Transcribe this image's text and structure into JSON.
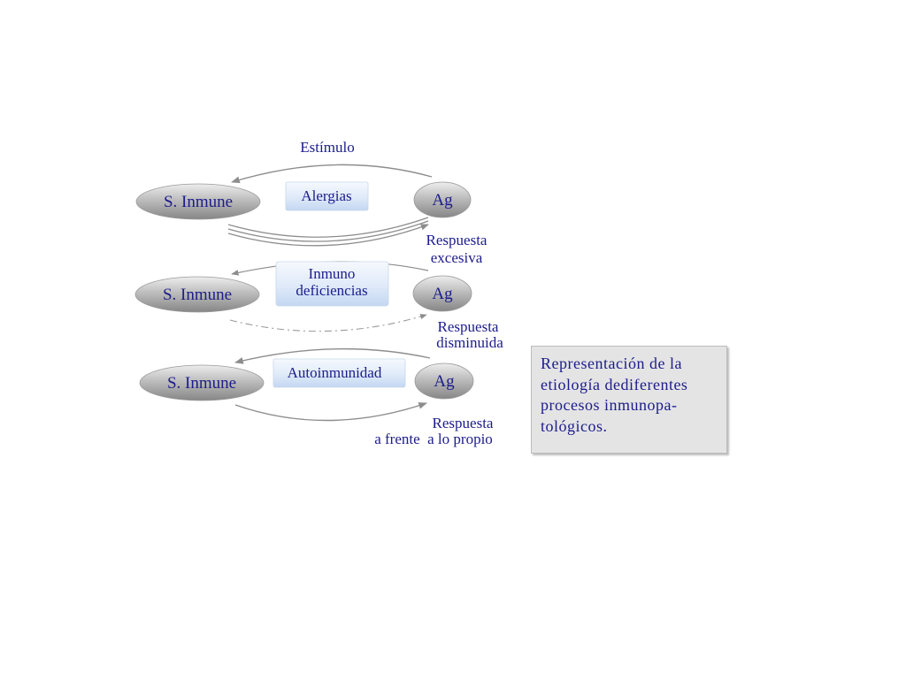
{
  "diagram": {
    "stimulus_label": "Estímulo",
    "rows": [
      {
        "immune_label": "S. Inmune",
        "antigen_label": "Ag",
        "box_lines": [
          "Alergias"
        ],
        "response_lines": [
          "Respuesta",
          "excesiva"
        ]
      },
      {
        "immune_label": "S. Inmune",
        "antigen_label": "Ag",
        "box_lines": [
          "Inmuno",
          "deficiencias"
        ],
        "response_lines": [
          "Respuesta",
          "disminuida"
        ]
      },
      {
        "immune_label": "S. Inmune",
        "antigen_label": "Ag",
        "box_lines": [
          "Autoinmunidad"
        ],
        "response_lines": [
          "Respuesta",
          "a frente  a lo propio"
        ]
      }
    ]
  },
  "caption": {
    "lines": [
      "Representación de la",
      "etiología dediferentes",
      "procesos inmunopa-",
      "tológicos."
    ]
  },
  "colors": {
    "ellipse_light": "#e6e6e6",
    "ellipse_dark": "#8f8f8f",
    "box_light": "#f4f8fd",
    "box_dark": "#c6daf3",
    "arrow": "#8d8d8d",
    "text": "#1c1c8c"
  }
}
